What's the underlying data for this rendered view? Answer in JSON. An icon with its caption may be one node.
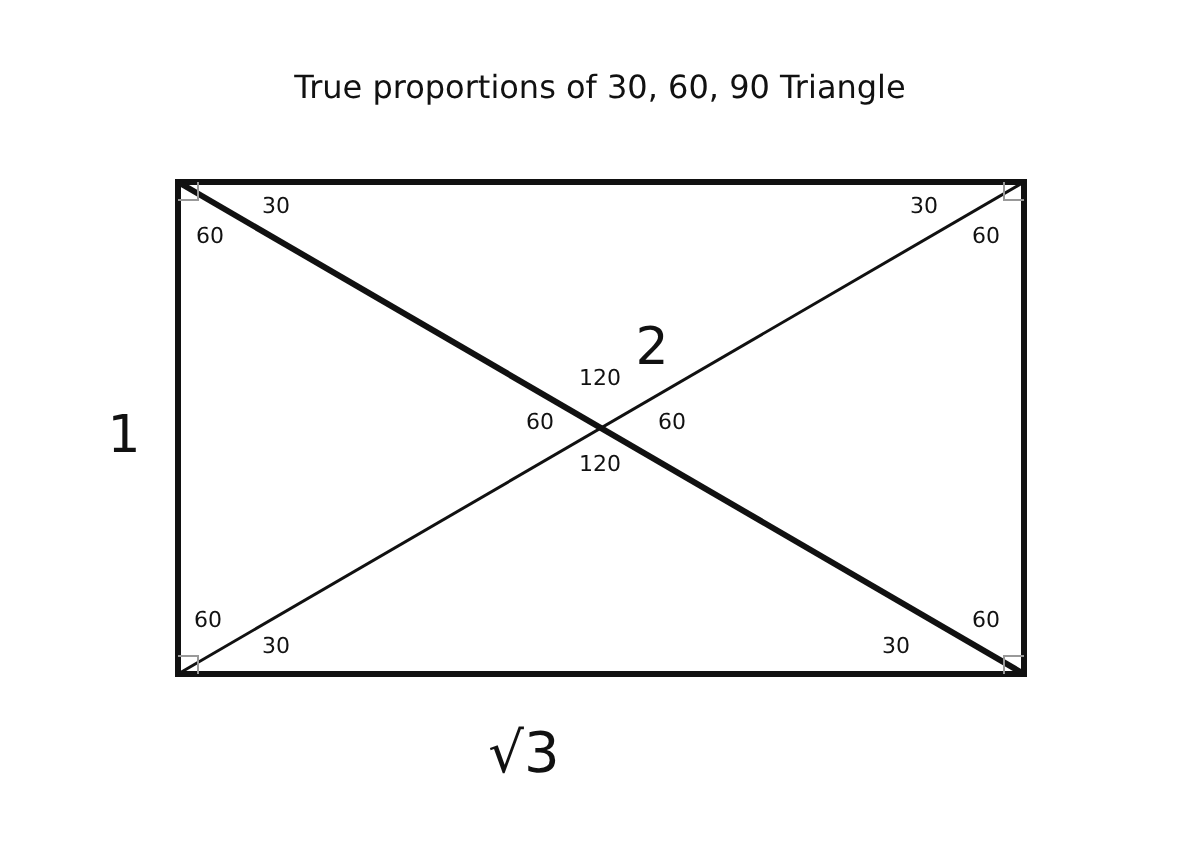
{
  "diagram": {
    "title": "True proportions of 30, 60, 90 Triangle",
    "labels": [
      "30",
      "30",
      "60",
      "60",
      "2",
      "120",
      "1",
      "60",
      "60",
      "120",
      "60",
      "60",
      "30",
      "30",
      "√3"
    ]
  }
}
